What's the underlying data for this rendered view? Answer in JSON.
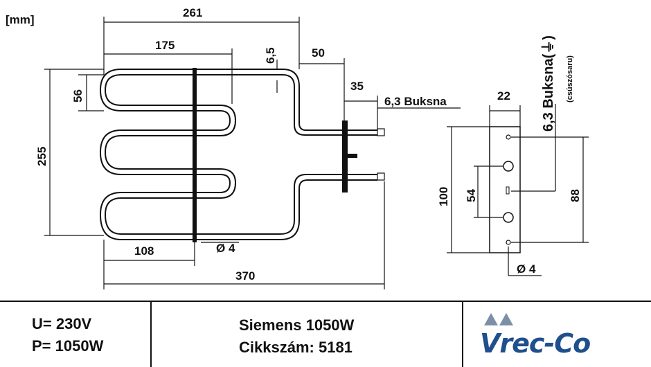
{
  "unit_label": "[mm]",
  "dimensions": {
    "d261": "261",
    "d175": "175",
    "d65": "6,5",
    "d50": "50",
    "d35": "35",
    "d56": "56",
    "d255": "255",
    "d108": "108",
    "d370": "370",
    "d4_left": "Ø 4",
    "d22": "22",
    "d100": "100",
    "d54": "54",
    "d88": "88",
    "d4_right": "Ø 4"
  },
  "labels": {
    "buksna": "6,3 Buksna",
    "buksna_ground": "6,3 Buksna(⏚)",
    "csuszosaru": "(csúszósaru)"
  },
  "footer": {
    "voltage": "U= 230V",
    "power": "P= 1050W",
    "product": "Siemens 1050W",
    "article_label": "Cikkszám:",
    "article_number": "5181",
    "logo": "Vrec-Co"
  },
  "colors": {
    "logo": "#1f4f8c",
    "logo_mark": "#7d8fa6"
  }
}
